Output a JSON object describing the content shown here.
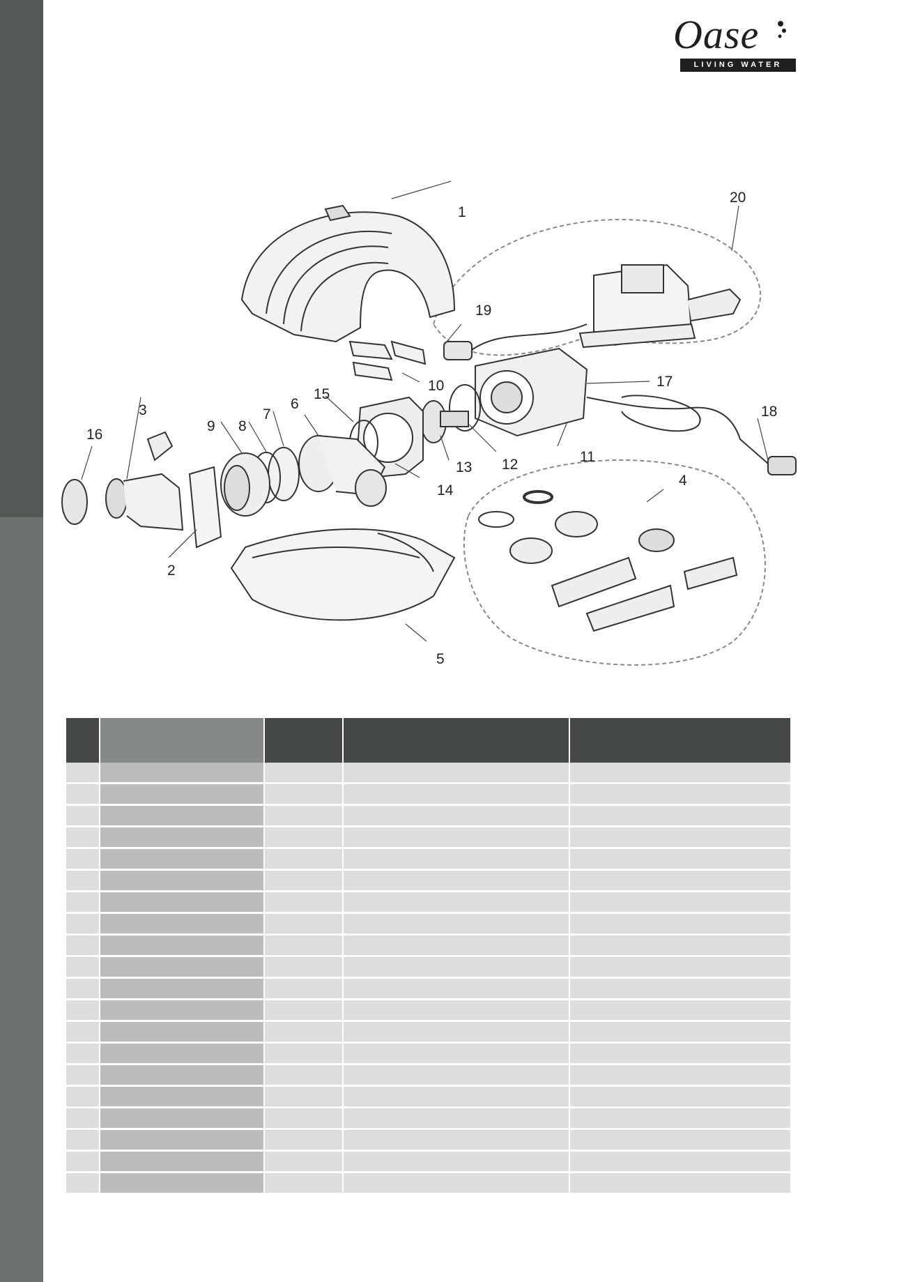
{
  "logo": {
    "wordmark": "Oase",
    "tagline": "LIVING WATER"
  },
  "diagram": {
    "callouts": [
      {
        "label": "1"
      },
      {
        "label": "2"
      },
      {
        "label": "3"
      },
      {
        "label": "4"
      },
      {
        "label": "5"
      },
      {
        "label": "6"
      },
      {
        "label": "7"
      },
      {
        "label": "8"
      },
      {
        "label": "9"
      },
      {
        "label": "10"
      },
      {
        "label": "11"
      },
      {
        "label": "12"
      },
      {
        "label": "13"
      },
      {
        "label": "14"
      },
      {
        "label": "15"
      },
      {
        "label": "16"
      },
      {
        "label": "17"
      },
      {
        "label": "18"
      },
      {
        "label": "19"
      },
      {
        "label": "20"
      }
    ]
  },
  "table": {
    "headers": [
      "",
      "",
      "",
      "",
      ""
    ],
    "row_count": 20
  },
  "colors": {
    "sidebar_dark": "#535955",
    "sidebar_light": "#6c7270",
    "header_dark": "#434746",
    "header_name": "#858988",
    "cell_light": "#dcdedd",
    "cell_name": "#bbbdbc"
  }
}
